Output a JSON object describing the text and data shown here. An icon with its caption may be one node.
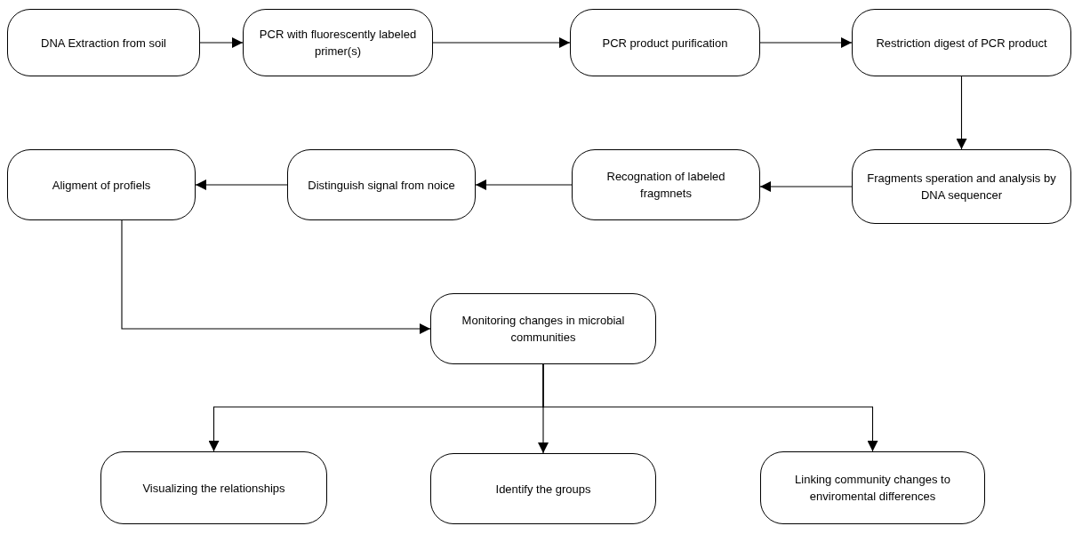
{
  "diagram": {
    "nodes": [
      {
        "text": [
          "DNA Extraction from soil"
        ]
      },
      {
        "text": [
          "PCR with fluorescently labeled primer(s)"
        ]
      },
      {
        "text": [
          "PCR product purification"
        ]
      },
      {
        "text": [
          "Restriction digest of PCR product"
        ]
      },
      {
        "text": [
          "Fragments speration and analysis by DNA sequencer"
        ]
      },
      {
        "text": [
          "Recognation of labeled fragmnets"
        ]
      },
      {
        "text": [
          "Distinguish signal from noice"
        ]
      },
      {
        "text": [
          "Aligment of profiels"
        ]
      },
      {
        "text": [
          "Monitoring changes in microbial communities"
        ]
      },
      {
        "text": [
          "Visualizing the relationships"
        ]
      },
      {
        "text": [
          "Identify the groups"
        ]
      },
      {
        "text": [
          "Linking community changes to enviromental differences"
        ]
      }
    ],
    "edges": [
      {
        "from": 0,
        "to": 1,
        "arrow": "to"
      },
      {
        "from": 1,
        "to": 2,
        "arrow": "to"
      },
      {
        "from": 2,
        "to": 3,
        "arrow": "to"
      },
      {
        "from": 3,
        "to": 4,
        "arrow": "to"
      },
      {
        "from": 4,
        "to": 5,
        "arrow": "to"
      },
      {
        "from": 5,
        "to": 6,
        "arrow": "to"
      },
      {
        "from": 6,
        "to": 7,
        "arrow": "to"
      },
      {
        "from": 7,
        "to": 8,
        "arrow": "to"
      },
      {
        "from": 8,
        "to": 9,
        "arrow": "to"
      },
      {
        "from": 8,
        "to": 10,
        "arrow": "to"
      },
      {
        "from": 8,
        "to": 11,
        "arrow": "to"
      }
    ]
  }
}
